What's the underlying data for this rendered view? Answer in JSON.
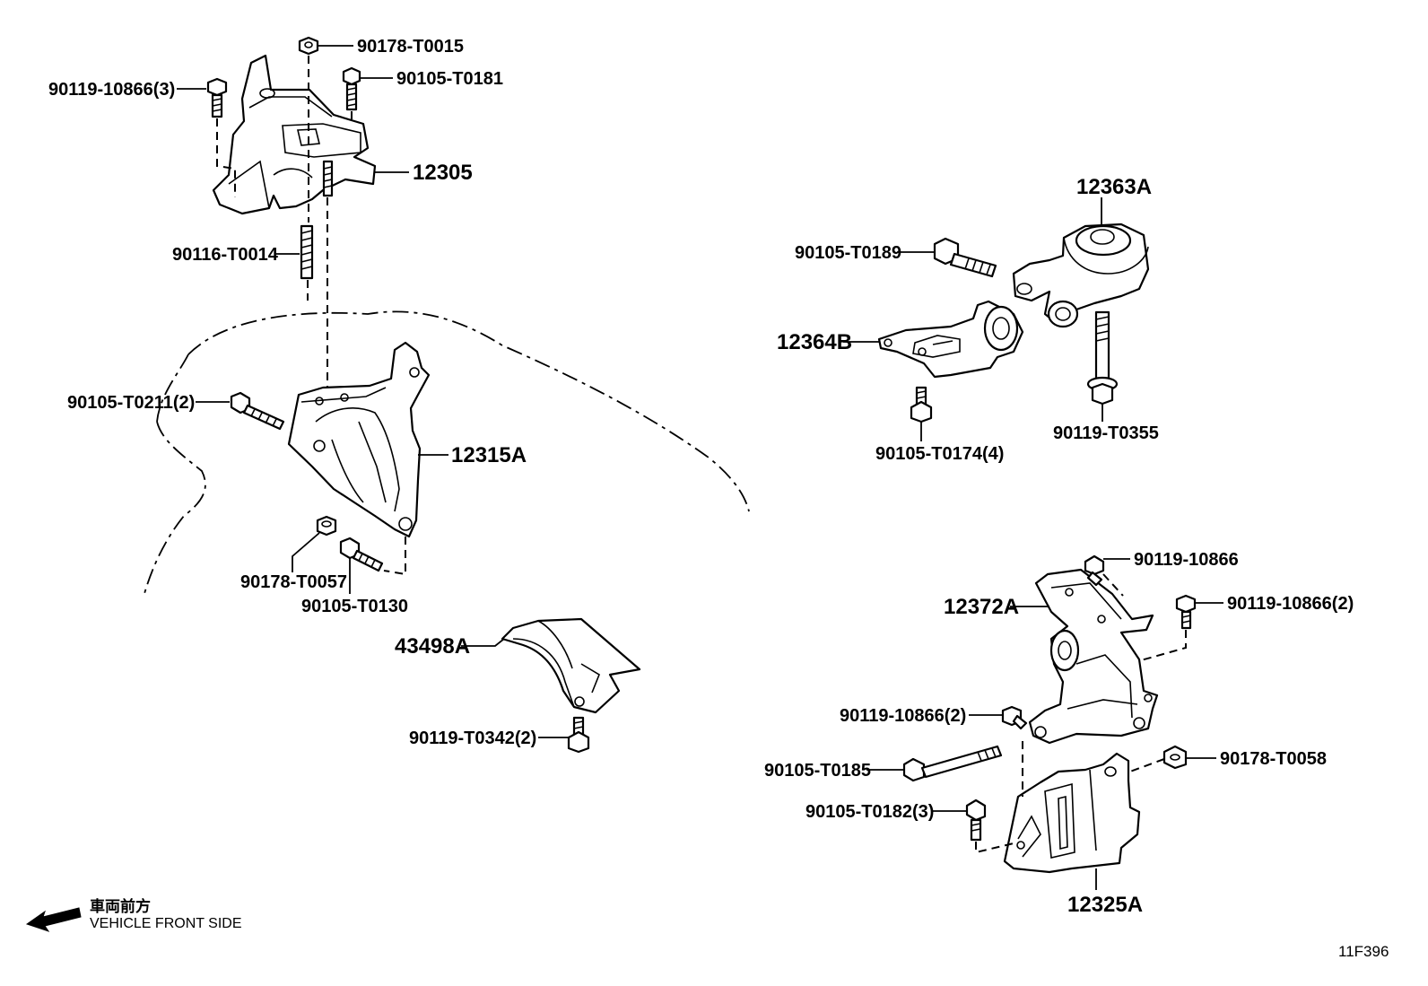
{
  "diagram": {
    "code": "11F396",
    "direction": {
      "jp": "車両前方",
      "en": "VEHICLE FRONT SIDE"
    },
    "labels": {
      "p90178_T0015": "90178-T0015",
      "p90105_T0181": "90105-T0181",
      "p90119_10866_3": "90119-10866(3)",
      "p12305": "12305",
      "p90116_T0014": "90116-T0014",
      "p90105_T0211_2": "90105-T0211(2)",
      "p12315A": "12315A",
      "p90178_T0057": "90178-T0057",
      "p90105_T0130": "90105-T0130",
      "p43498A": "43498A",
      "p90119_T0342_2": "90119-T0342(2)",
      "p12363A": "12363A",
      "p90105_T0189": "90105-T0189",
      "p12364B": "12364B",
      "p90105_T0174_4": "90105-T0174(4)",
      "p90119_T0355": "90119-T0355",
      "p90119_10866": "90119-10866",
      "p12372A": "12372A",
      "p90119_10866_2a": "90119-10866(2)",
      "p90119_10866_2b": "90119-10866(2)",
      "p90105_T0185": "90105-T0185",
      "p90178_T0058": "90178-T0058",
      "p90105_T0182_3": "90105-T0182(3)",
      "p12325A": "12325A"
    }
  }
}
